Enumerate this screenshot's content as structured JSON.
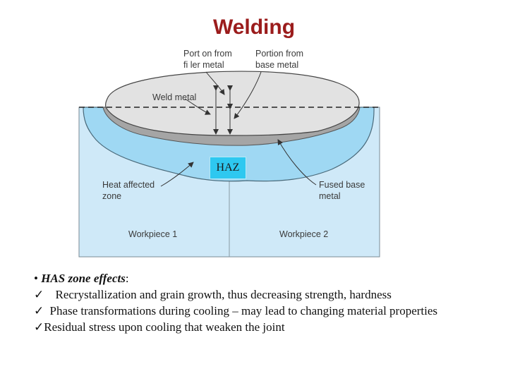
{
  "title": "Welding",
  "colors": {
    "title": "#9b1c1c",
    "workpiece": "#cfe9f8",
    "haz": "#9fd8f3",
    "weld_metal": "#e2e2e2",
    "fused": "#a5a5a5",
    "haz_box": "#2ec8f0"
  },
  "labels": {
    "filler_line1": "Port on from",
    "filler_line2": "fi ler metal",
    "base_line1": "Portion from",
    "base_line2": "base metal",
    "weld_metal": "Weld metal",
    "haz_line1": "Heat affected",
    "haz_line2": "zone",
    "fused_line1": "Fused base",
    "fused_line2": "metal",
    "workpiece1": "Workpiece 1",
    "workpiece2": "Workpiece 2",
    "haz_box": "HAZ"
  },
  "notes": {
    "bullet": "•",
    "heading": "HAS zone effects",
    "heading_suffix": ":",
    "items": [
      {
        "mark": "✓",
        "text": "Recrystallization and grain growth, thus decreasing strength, hardness"
      },
      {
        "mark": "✓",
        "text": "Phase transformations during cooling – may lead to changing material properties"
      },
      {
        "mark": "✓",
        "text": "Residual stress upon cooling that weaken the joint"
      }
    ]
  }
}
